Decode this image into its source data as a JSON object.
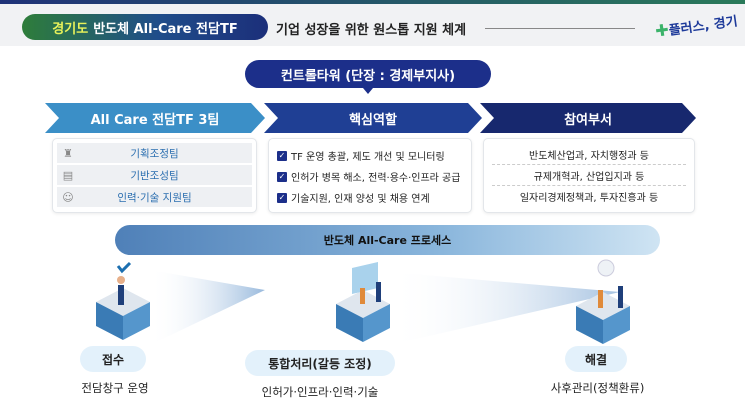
{
  "header": {
    "pill_highlight": "경기도",
    "pill_rest": "반도체 All-Care 전담TF",
    "title": "기업 성장을 위한 원스톱 지원 체계",
    "logo": "플러스, 경기"
  },
  "control_tower": "컨트롤타워 (단장 : 경제부지사)",
  "columns": {
    "teams": {
      "title": "All Care 전담TF 3팀",
      "items": [
        {
          "label": "기획조정팀",
          "icon": "tower-icon"
        },
        {
          "label": "기반조성팀",
          "icon": "document-icon"
        },
        {
          "label": "인력·기술 지원팀",
          "icon": "people-icon"
        }
      ]
    },
    "roles": {
      "title": "핵심역할",
      "items": [
        "TF 운영 총괄, 제도 개선 및 모니터링",
        "인허가 병목 해소, 전력·용수·인프라 공급",
        "기술지원, 인재 양성 및 채용 연계"
      ]
    },
    "depts": {
      "title": "참여부서",
      "items": [
        "반도체산업과, 자치행정과 등",
        "규제개혁과, 산업입지과 등",
        "일자리경제정책과, 투자진흥과 등"
      ]
    }
  },
  "process": {
    "title": "반도체 All-Care 프로세스",
    "steps": [
      {
        "label": "접수",
        "sub": "전담창구 운영"
      },
      {
        "label": "통합처리(갈등 조정)",
        "sub": "인허가·인프라·인력·기술"
      },
      {
        "label": "해결",
        "sub": "사후관리(정책환류)"
      }
    ]
  },
  "colors": {
    "navy": "#1c2f8a",
    "light_blue": "#3b8fc7",
    "pill_bg": "#e3f1fb"
  }
}
